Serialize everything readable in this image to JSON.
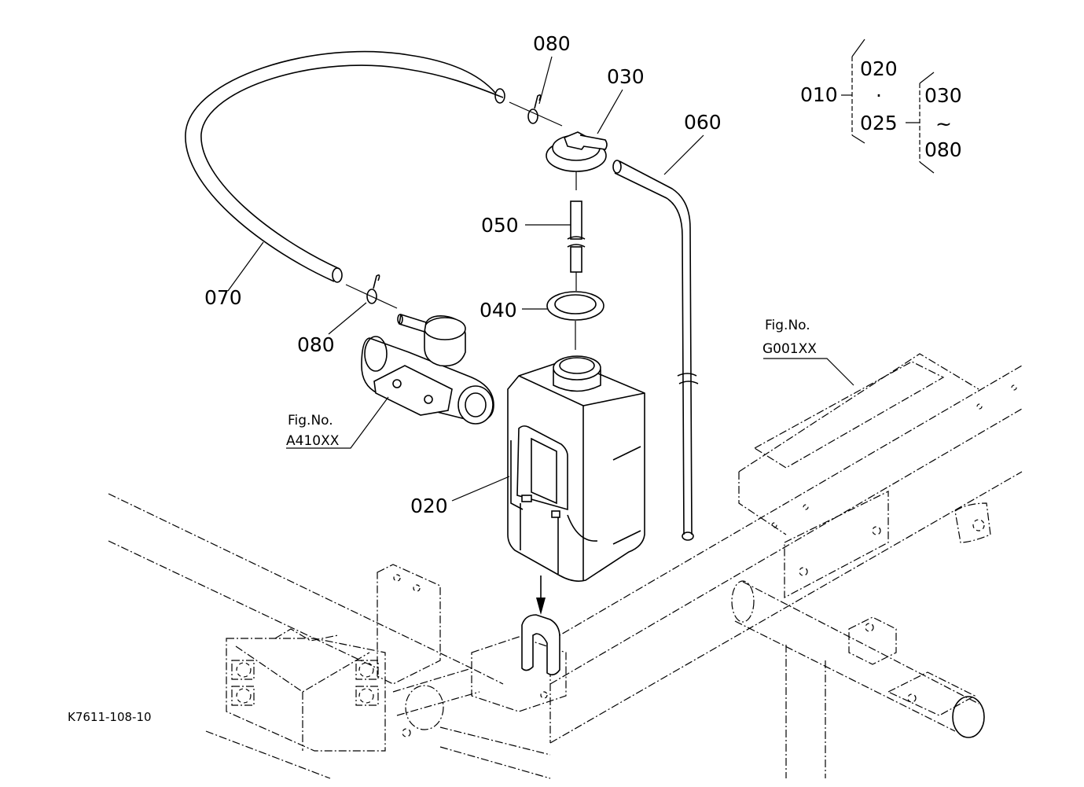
{
  "diagram": {
    "drawing_code": "K7611-108-10",
    "parts": [
      {
        "key": "p080_top",
        "number": "080"
      },
      {
        "key": "p030",
        "number": "030"
      },
      {
        "key": "p060",
        "number": "060"
      },
      {
        "key": "p050",
        "number": "050"
      },
      {
        "key": "p040",
        "number": "040"
      },
      {
        "key": "p070",
        "number": "070"
      },
      {
        "key": "p080_bottom",
        "number": "080"
      },
      {
        "key": "p020",
        "number": "020"
      }
    ],
    "fig_refs": [
      {
        "key": "ref_g001",
        "line1": "Fig.No.",
        "line2": "G001XX"
      },
      {
        "key": "ref_a410",
        "line1": "Fig.No.",
        "line2": "A410XX"
      }
    ],
    "assembly_tree": {
      "root": "010",
      "level1_top": "020",
      "level1_sep": "·",
      "level1_bottom": "025",
      "level2_top": "030",
      "level2_sep": "~",
      "level2_bottom": "080"
    }
  }
}
